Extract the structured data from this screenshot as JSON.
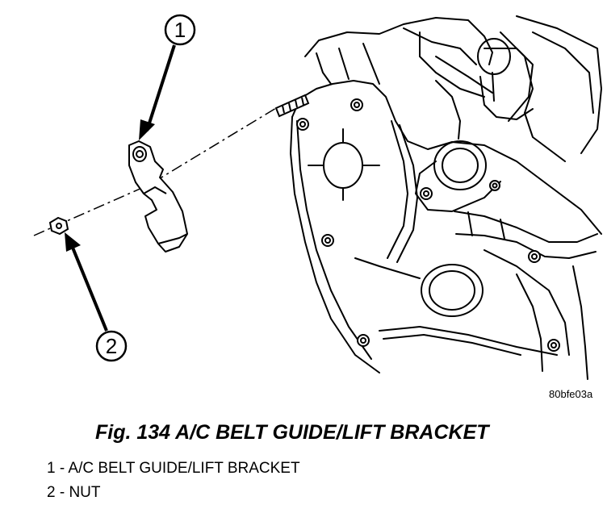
{
  "figure": {
    "reference_code": "80bfe03a",
    "caption": "Fig. 134 A/C BELT GUIDE/LIFT BRACKET"
  },
  "callouts": [
    {
      "number": "1",
      "label": "A/C BELT GUIDE/LIFT BRACKET"
    },
    {
      "number": "2",
      "label": "NUT"
    }
  ],
  "legend": [
    "1 - A/C BELT GUIDE/LIFT BRACKET",
    "2 - NUT"
  ]
}
